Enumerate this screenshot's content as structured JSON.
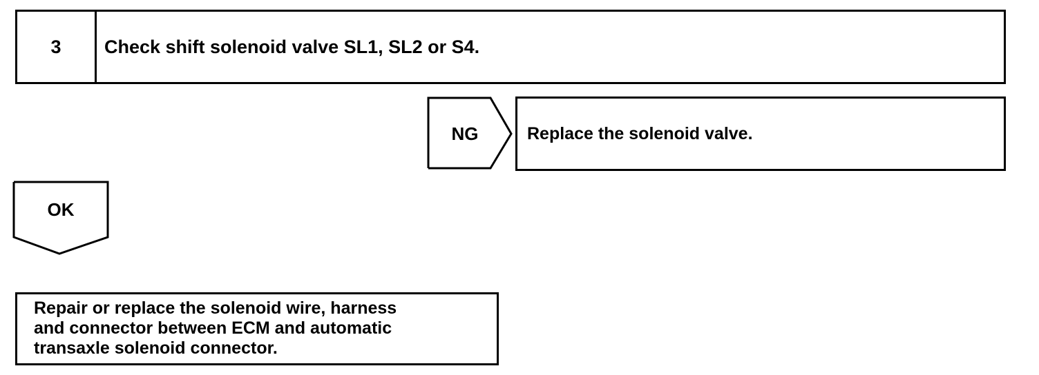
{
  "step": {
    "number": "3",
    "title": "Check shift solenoid valve SL1, SL2 or S4."
  },
  "ng_branch": {
    "label": "NG",
    "result": "Replace the solenoid valve."
  },
  "ok_branch": {
    "label": "OK",
    "result": "Repair or replace the solenoid wire, harness\nand connector between ECM and automatic\ntransaxle solenoid connector."
  }
}
